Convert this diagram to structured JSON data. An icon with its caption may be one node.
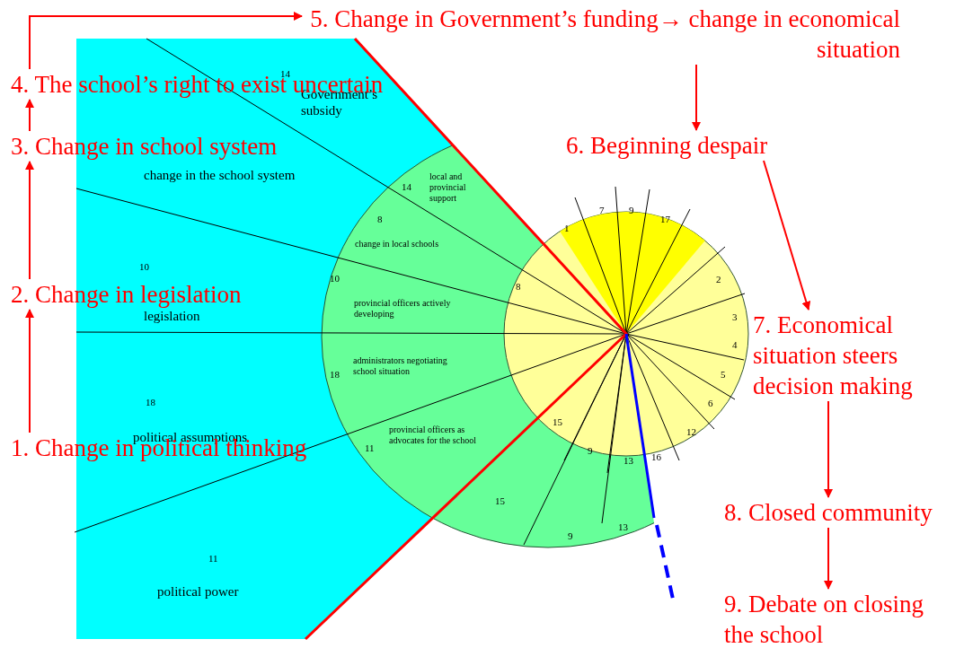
{
  "diagram": {
    "nodes": [
      {
        "text": [
          "1. Change in political thinking"
        ]
      },
      {
        "text": [
          "2. Change in legislation"
        ]
      },
      {
        "text": [
          "3. Change in school system"
        ]
      },
      {
        "text": [
          "4. The school’s right to exist uncertain"
        ]
      },
      {
        "text": [
          "5. Change in Government’s funding→ change in economical situation"
        ]
      },
      {
        "text": [
          "6. Beginning despair"
        ]
      },
      {
        "text": [
          "7. Economical situation steers decision making"
        ]
      },
      {
        "text": [
          "8. Closed community"
        ]
      },
      {
        "text": [
          "9. Debate on closing the school"
        ]
      }
    ],
    "edges": [
      {
        "from": 0,
        "to": 1,
        "arrow": "to"
      },
      {
        "from": 1,
        "to": 2,
        "arrow": "to"
      },
      {
        "from": 2,
        "to": 3,
        "arrow": "to"
      },
      {
        "from": 3,
        "to": 4,
        "arrow": "to"
      },
      {
        "from": 4,
        "to": 5,
        "arrow": "to"
      },
      {
        "from": 5,
        "to": 6,
        "arrow": "to"
      },
      {
        "from": 6,
        "to": 7,
        "arrow": "to"
      },
      {
        "from": 7,
        "to": 8,
        "arrow": "to"
      }
    ],
    "labels": [
      "14",
      "Government’s subsidy",
      "change in the school system",
      "10",
      "legislation",
      "18",
      "political assumptions",
      "11",
      "political power",
      "14",
      "local and provincial support",
      "8",
      "change in local schools",
      "10",
      "provincial officers actively developing",
      "18",
      "administrators negotiating school situation",
      "11",
      "provincial officers as advocates for the school",
      "15",
      "9",
      "13",
      "1",
      "7",
      "9",
      "17",
      "2",
      "8",
      "3",
      "4",
      "5",
      "6",
      "12",
      "16",
      "13",
      "9",
      "15"
    ]
  }
}
